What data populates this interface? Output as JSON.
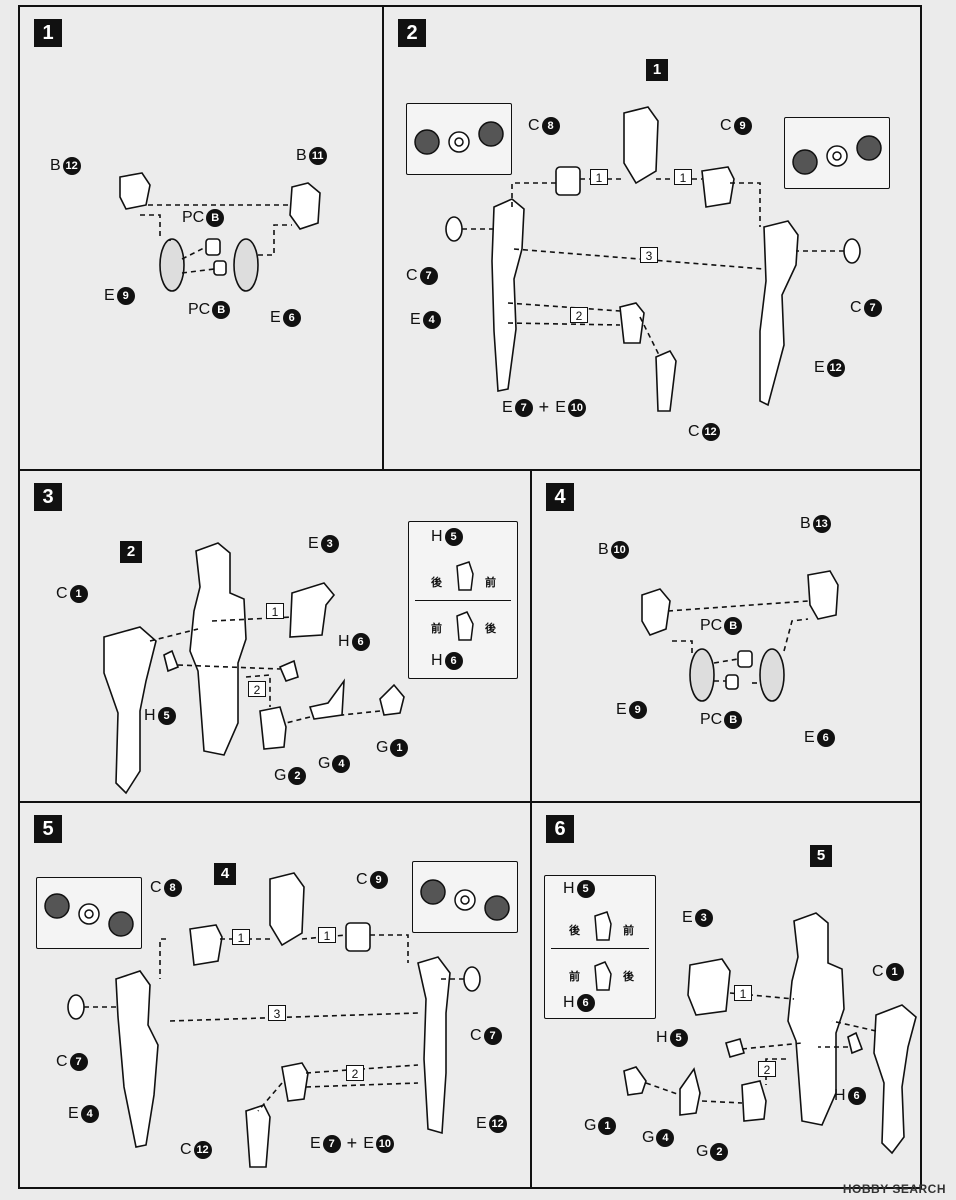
{
  "steps": [
    "1",
    "2",
    "3",
    "4",
    "5",
    "6"
  ],
  "refs": [
    "1",
    "2",
    "4",
    "5"
  ],
  "p1": {
    "b12": [
      "B",
      "12"
    ],
    "b11": [
      "B",
      "11"
    ],
    "pcb_top": [
      "PC",
      "B"
    ],
    "pcb_bot": [
      "PC",
      "B"
    ],
    "e9": [
      "E",
      "9"
    ],
    "e6": [
      "E",
      "6"
    ]
  },
  "p2": {
    "c8": [
      "C",
      "8"
    ],
    "c9": [
      "C",
      "9"
    ],
    "c7a": [
      "C",
      "7"
    ],
    "c7b": [
      "C",
      "7"
    ],
    "e4": [
      "E",
      "4"
    ],
    "e12": [
      "E",
      "12"
    ],
    "e7": [
      "E",
      "7"
    ],
    "e10": [
      "E",
      "10"
    ],
    "c12": [
      "C",
      "12"
    ],
    "n1a": "1",
    "n1b": "1",
    "n2": "2",
    "n3": "3"
  },
  "p3": {
    "c1": [
      "C",
      "1"
    ],
    "e3": [
      "E",
      "3"
    ],
    "h6": [
      "H",
      "6"
    ],
    "h5": [
      "H",
      "5"
    ],
    "g1": [
      "G",
      "1"
    ],
    "g2": [
      "G",
      "2"
    ],
    "g4": [
      "G",
      "4"
    ],
    "n1": "1",
    "n2": "2",
    "legend": {
      "h5": [
        "H",
        "5"
      ],
      "h6": [
        "H",
        "6"
      ],
      "back": "後",
      "front": "前"
    }
  },
  "p4": {
    "b10": [
      "B",
      "10"
    ],
    "b13": [
      "B",
      "13"
    ],
    "pcb_top": [
      "PC",
      "B"
    ],
    "pcb_bot": [
      "PC",
      "B"
    ],
    "e9": [
      "E",
      "9"
    ],
    "e6": [
      "E",
      "6"
    ]
  },
  "p5": {
    "c8": [
      "C",
      "8"
    ],
    "c9": [
      "C",
      "9"
    ],
    "c7a": [
      "C",
      "7"
    ],
    "c7b": [
      "C",
      "7"
    ],
    "e4": [
      "E",
      "4"
    ],
    "e12": [
      "E",
      "12"
    ],
    "e7": [
      "E",
      "7"
    ],
    "e10": [
      "E",
      "10"
    ],
    "c12": [
      "C",
      "12"
    ],
    "n1a": "1",
    "n1b": "1",
    "n2": "2",
    "n3": "3"
  },
  "p6": {
    "e3": [
      "E",
      "3"
    ],
    "c1": [
      "C",
      "1"
    ],
    "h5": [
      "H",
      "5"
    ],
    "h6": [
      "H",
      "6"
    ],
    "g1": [
      "G",
      "1"
    ],
    "g4": [
      "G",
      "4"
    ],
    "g2": [
      "G",
      "2"
    ],
    "n1": "1",
    "n2": "2",
    "legend": {
      "h5": [
        "H",
        "5"
      ],
      "h6": [
        "H",
        "6"
      ],
      "back": "後",
      "front": "前"
    }
  },
  "watermark": "HOBBY SEARCH"
}
